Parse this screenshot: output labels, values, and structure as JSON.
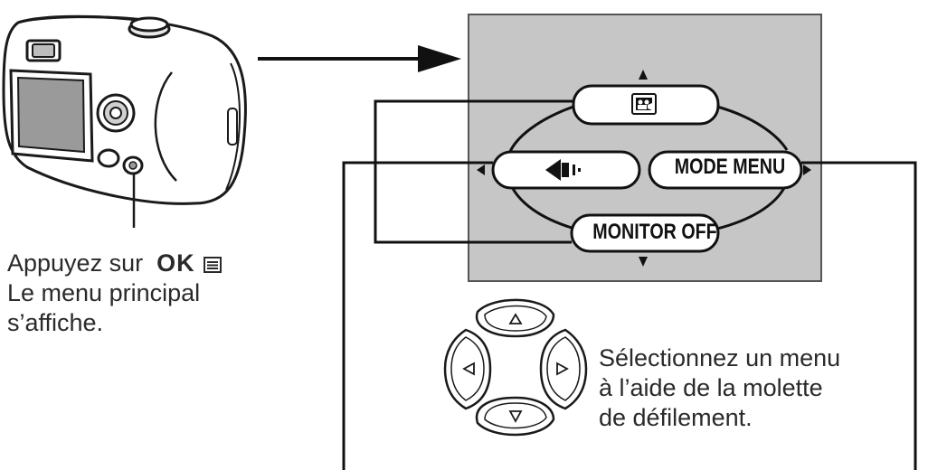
{
  "press_caption": {
    "line1_prefix": "Appuyez sur",
    "ok_button": "OK",
    "line2": "Le menu principal",
    "line3": "s’affiche."
  },
  "select_caption": {
    "line1": "Sélectionnez un menu",
    "line2": "à l’aide de la molette",
    "line3": "de défilement."
  },
  "menu": {
    "top_item_icon": "movie-icon",
    "left_item_icon": "speaker-icon",
    "right_item": "MODE MENU",
    "bottom_item": "MONITOR OFF"
  },
  "colors": {
    "screen_background": "#c6c6c6",
    "outline": "#111111"
  }
}
